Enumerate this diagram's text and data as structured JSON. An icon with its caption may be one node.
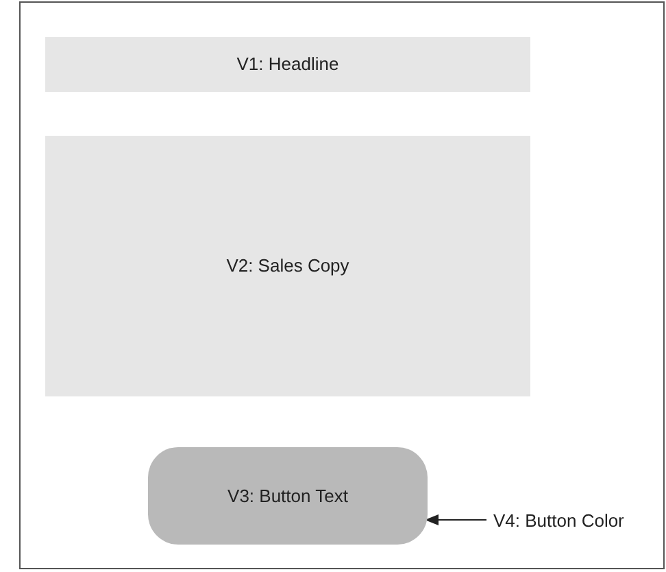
{
  "diagram": {
    "nodes": [
      {
        "text": [],
        "shape": "box"
      },
      {
        "text": [
          "V1: Headline"
        ],
        "in": 0
      },
      {
        "text": [
          "V2: Sales Copy"
        ],
        "in": 0
      },
      {
        "text": [
          "V3: Button Text"
        ],
        "in": 0
      },
      {
        "text": [
          "V4: Button Color"
        ],
        "in": 0
      }
    ],
    "edges": [
      {
        "from": 4,
        "to": 3,
        "arrow": "to"
      }
    ]
  }
}
